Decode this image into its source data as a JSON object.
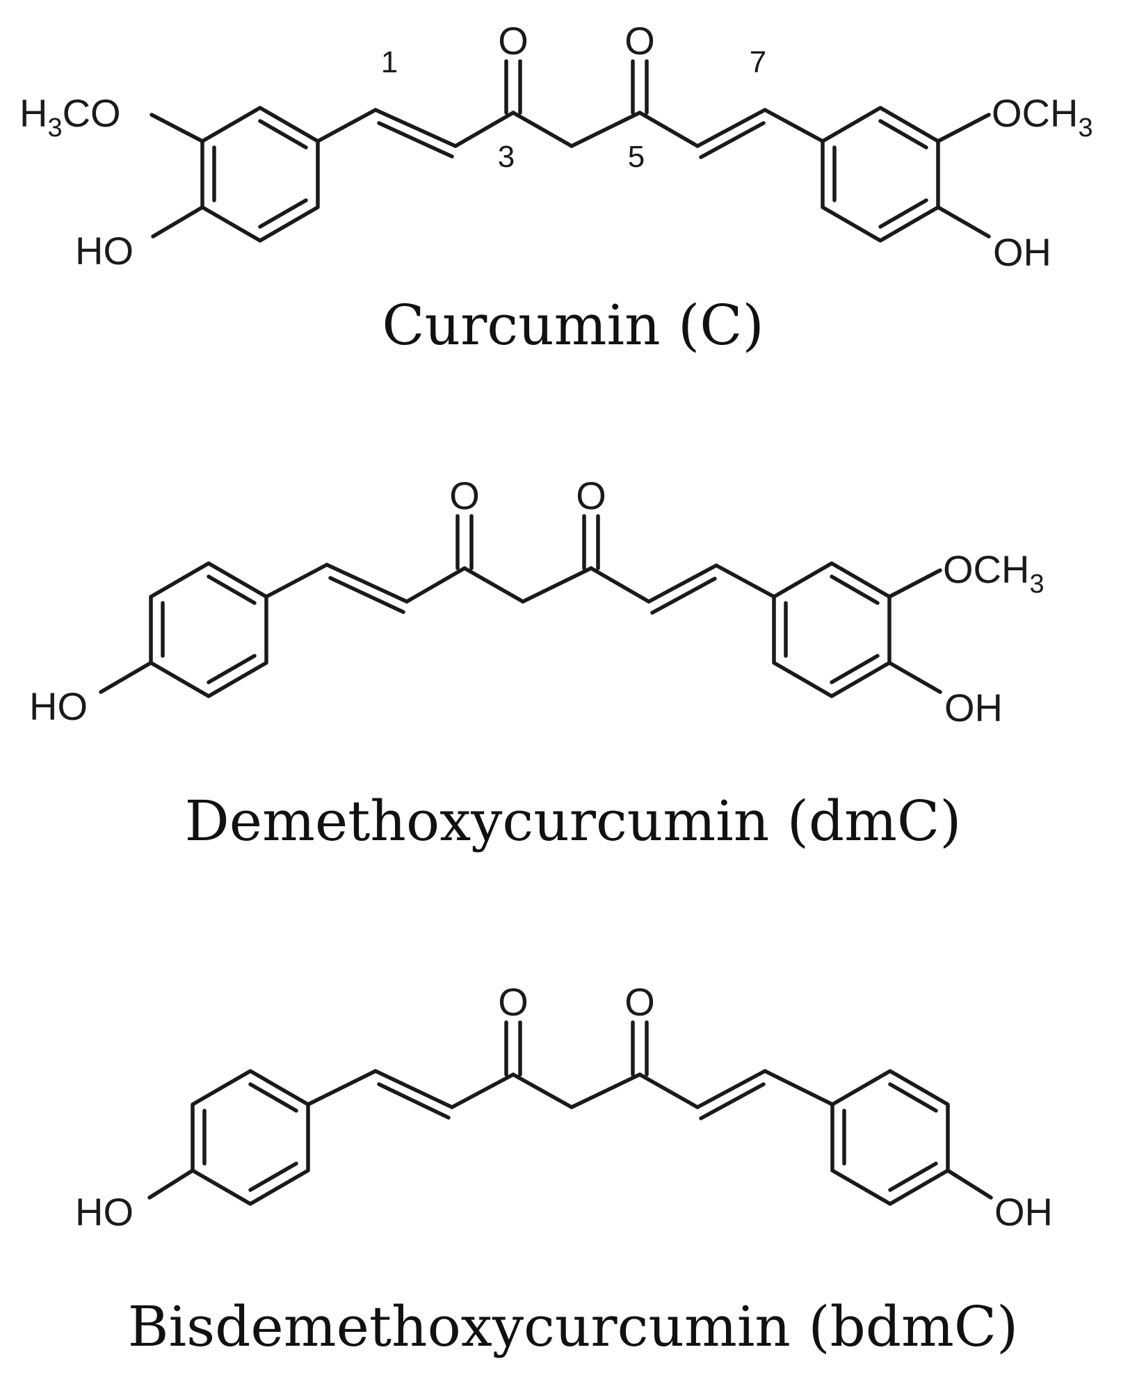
{
  "molecules": [
    {
      "name": "Curcumin (C)",
      "atoms": {
        "left_methoxy": [
          "H",
          "3",
          "CO"
        ],
        "left_hydroxyl": "HO",
        "carbonyl_left": "O",
        "carbonyl_right": "O",
        "right_methoxy": [
          "OCH",
          "3"
        ],
        "right_hydroxyl": "OH"
      },
      "numbering": [
        "1",
        "3",
        "5",
        "7"
      ]
    },
    {
      "name": "Demethoxycurcumin (dmC)",
      "atoms": {
        "left_hydroxyl": "HO",
        "carbonyl_left": "O",
        "carbonyl_right": "O",
        "right_methoxy": [
          "OCH",
          "3"
        ],
        "right_hydroxyl": "OH"
      }
    },
    {
      "name": "Bisdemethoxycurcumin (bdmC)",
      "atoms": {
        "left_hydroxyl": "HO",
        "carbonyl_left": "O",
        "carbonyl_right": "O",
        "right_hydroxyl": "OH"
      }
    }
  ]
}
